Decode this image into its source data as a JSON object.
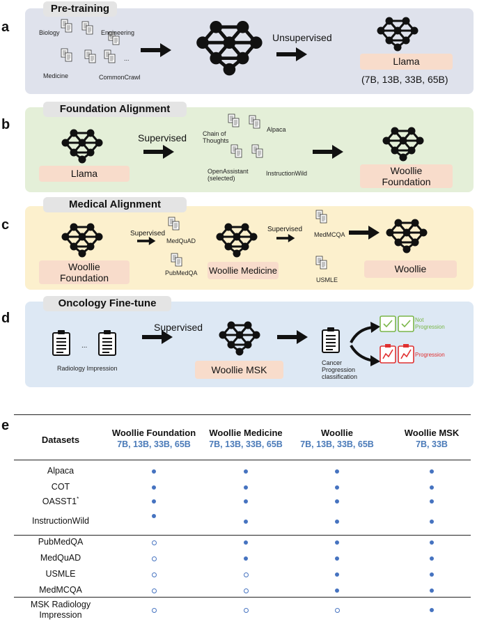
{
  "colors": {
    "panel_a": "#dfe2ec",
    "panel_b": "#e4efd8",
    "panel_c": "#fcf0cd",
    "panel_d": "#dde8f4",
    "pill": "#f8dccb",
    "accent_blue": "#4a7ab8",
    "not_progression": "#7ab648",
    "progression": "#e03030"
  },
  "a": {
    "letter": "a",
    "tab": "Pre-training",
    "docs": [
      "Biology",
      "Engineering",
      "...",
      "Medicine",
      "CommonCrawl"
    ],
    "arrow_label": "Unsupervised",
    "result": "Llama",
    "sizes": "(7B, 13B, 33B, 65B)"
  },
  "b": {
    "letter": "b",
    "tab": "Foundation Alignment",
    "input": "Llama",
    "arrow_label": "Supervised",
    "docs": [
      "Chain of",
      "Thoughts",
      "Alpaca",
      "OpenAssistant",
      "(selected)",
      "InstructionWild"
    ],
    "result_line1": "Woollie",
    "result_line2": "Foundation"
  },
  "c": {
    "letter": "c",
    "tab": "Medical Alignment",
    "input_line1": "Woollie",
    "input_line2": "Foundation",
    "arrow1_label": "Supervised",
    "docs1": [
      "MedQuAD",
      "PubMedQA"
    ],
    "mid": "Woollie Medicine",
    "arrow2_label": "Supervised",
    "docs2": [
      "MedMCQA",
      "USMLE"
    ],
    "result": "Woollie"
  },
  "d": {
    "letter": "d",
    "tab": "Oncology Fine-tune",
    "ellipsis": "...",
    "input_label": "Radiology Impression",
    "arrow_label": "Supervised",
    "mid": "Woollie MSK",
    "task_line1": "Cancer",
    "task_line2": "Progression",
    "task_line3": "classification",
    "not_prog_line1": "Not",
    "not_prog_line2": "Progression",
    "prog": "Progression"
  },
  "e": {
    "letter": "e",
    "header": "Datasets",
    "columns": [
      {
        "title": "Woollie Foundation",
        "sub": "7B, 13B, 33B, 65B"
      },
      {
        "title": "Woollie Medicine",
        "sub": "7B, 13B, 33B, 65B"
      },
      {
        "title": "Woollie",
        "sub": "7B, 13B, 33B, 65B"
      },
      {
        "title": "Woollie MSK",
        "sub": "7B, 33B"
      }
    ],
    "rows": [
      {
        "label": "Alpaca",
        "marks": [
          "filled",
          "filled",
          "filled",
          "filled"
        ]
      },
      {
        "label": "COT",
        "marks": [
          "filled",
          "filled",
          "filled",
          "filled"
        ]
      },
      {
        "label": "OASST1",
        "sup": "*",
        "marks": [
          "filled",
          "filled",
          "filled",
          "filled"
        ]
      },
      {
        "label": "InstructionWild",
        "marks": [
          "filled",
          "filled",
          "filled",
          "filled"
        ]
      },
      {
        "label": "PubMedQA",
        "marks": [
          "open",
          "filled",
          "filled",
          "filled"
        ]
      },
      {
        "label": "MedQuAD",
        "marks": [
          "open",
          "filled",
          "filled",
          "filled"
        ]
      },
      {
        "label": "USMLE",
        "marks": [
          "open",
          "open",
          "filled",
          "filled"
        ]
      },
      {
        "label": "MedMCQA",
        "marks": [
          "open",
          "open",
          "filled",
          "filled"
        ]
      },
      {
        "label_line1": "MSK Radiology",
        "label_line2": "Impression",
        "marks": [
          "open",
          "open",
          "open",
          "filled"
        ]
      }
    ]
  }
}
